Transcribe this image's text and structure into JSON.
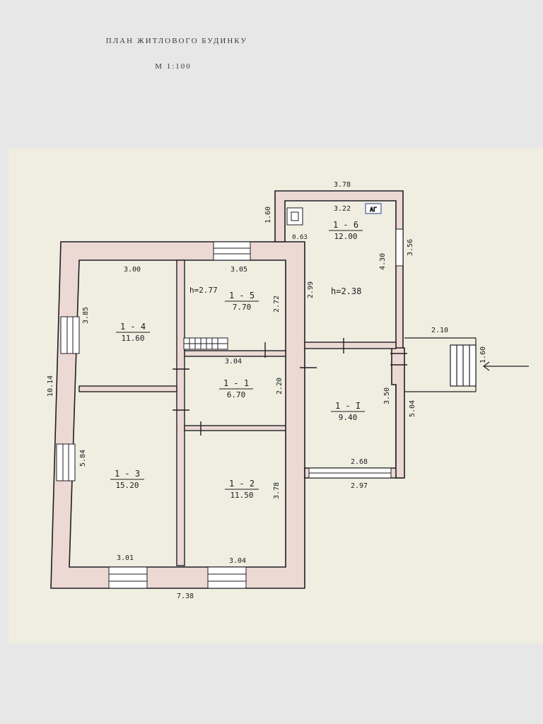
{
  "title": "ПЛАН ЖИТЛОВОГО БУДИНКУ",
  "scale": "М 1:100",
  "rooms": {
    "r11": {
      "label": "1 - 1",
      "area": "6.70"
    },
    "r12": {
      "label": "1 - 2",
      "area": "11.50"
    },
    "r13": {
      "label": "1 - 3",
      "area": "15.20"
    },
    "r14": {
      "label": "1 - 4",
      "area": "11.60"
    },
    "r15": {
      "label": "1 - 5",
      "area": "7.70"
    },
    "r16": {
      "label": "1 - 6",
      "area": "12.00"
    },
    "r1I": {
      "label": "1 - I",
      "area": "9.40"
    }
  },
  "heights": {
    "h1": "h=2.77",
    "h2": "h=2.38"
  },
  "dims": {
    "d_378": "3.78",
    "d_322": "3.22",
    "d_160a": "1.60",
    "d_063": "0.63",
    "d_430": "4.30",
    "d_356": "3.56",
    "d_300": "3.00",
    "d_305": "3.05",
    "d_272": "2.72",
    "d_299": "2.99",
    "d_385": "3.85",
    "d_1014": "10.14",
    "d_304a": "3.04",
    "d_220": "2.20",
    "d_210": "2.10",
    "d_160b": "1.60",
    "d_350": "3.50",
    "d_504": "5.04",
    "d_584": "5.84",
    "d_268": "2.68",
    "d_297": "2.97",
    "d_378b": "3.78",
    "d_301": "3.01",
    "d_304b": "3.04",
    "d_738": "7.38"
  },
  "symbols": {
    "boiler": "АГ"
  },
  "colors": {
    "wall_fill": "#ecd9d3",
    "wall_line": "#1e1e24",
    "sheet": "#efeee0",
    "room_label": "#b22a36"
  }
}
